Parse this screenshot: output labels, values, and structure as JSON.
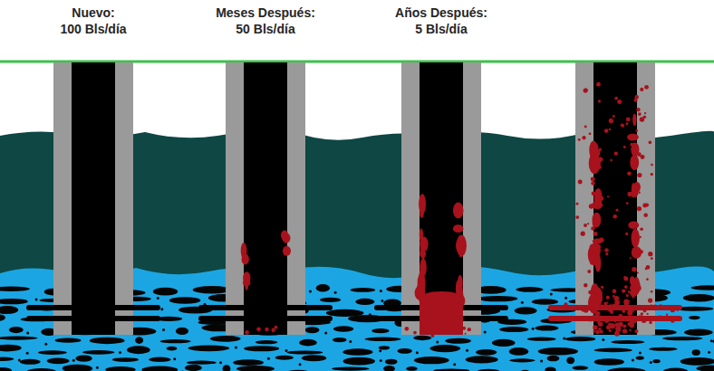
{
  "diagram": {
    "labels": [
      "Nuevo:",
      "100 Bls/día",
      "Meses Después:",
      "50 Bls/día",
      "Años Después:",
      "5 Bls/día"
    ]
  }
}
